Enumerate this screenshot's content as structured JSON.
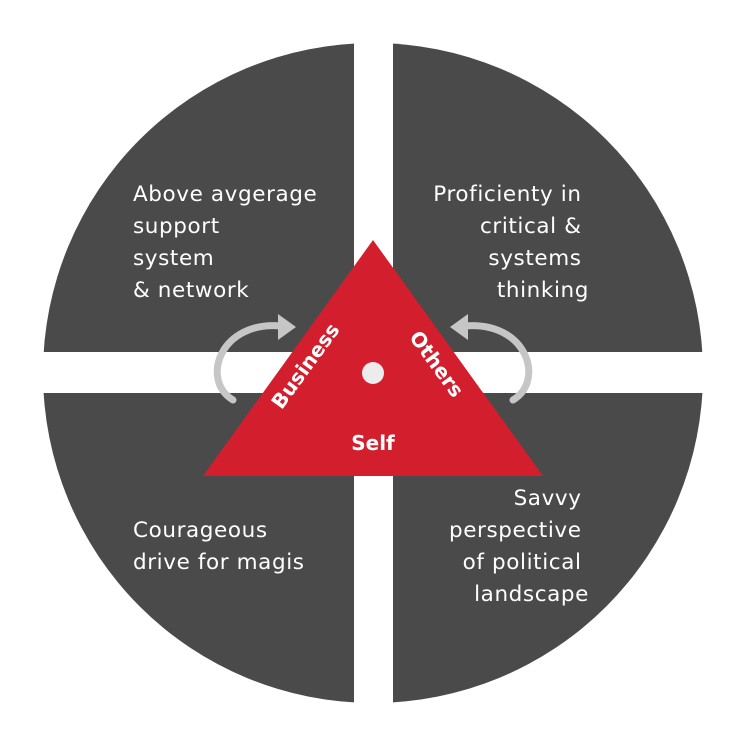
{
  "colors": {
    "quadrant": "#4a4a4a",
    "triangle": "#d31f2d",
    "arrow": "#c6c6c6",
    "center_dot": "#ececec",
    "text": "#ffffff",
    "background": "#ffffff"
  },
  "quadrants": {
    "top_left": {
      "lines": [
        "Above avgerage",
        "support",
        "system",
        "& network"
      ]
    },
    "top_right": {
      "lines": [
        "Proficienty in",
        "critical &",
        "systems",
        "thinking"
      ]
    },
    "bottom_left": {
      "lines": [
        "Courageous",
        "drive for magis"
      ]
    },
    "bottom_right": {
      "lines": [
        "Savvy",
        "perspective",
        "of political",
        "landscape"
      ]
    }
  },
  "triangle": {
    "left_label": "Business",
    "right_label": "Others",
    "bottom_label": "Self"
  },
  "icons": {
    "left_arrow": "curved-arrow-icon",
    "right_arrow": "curved-arrow-icon"
  }
}
